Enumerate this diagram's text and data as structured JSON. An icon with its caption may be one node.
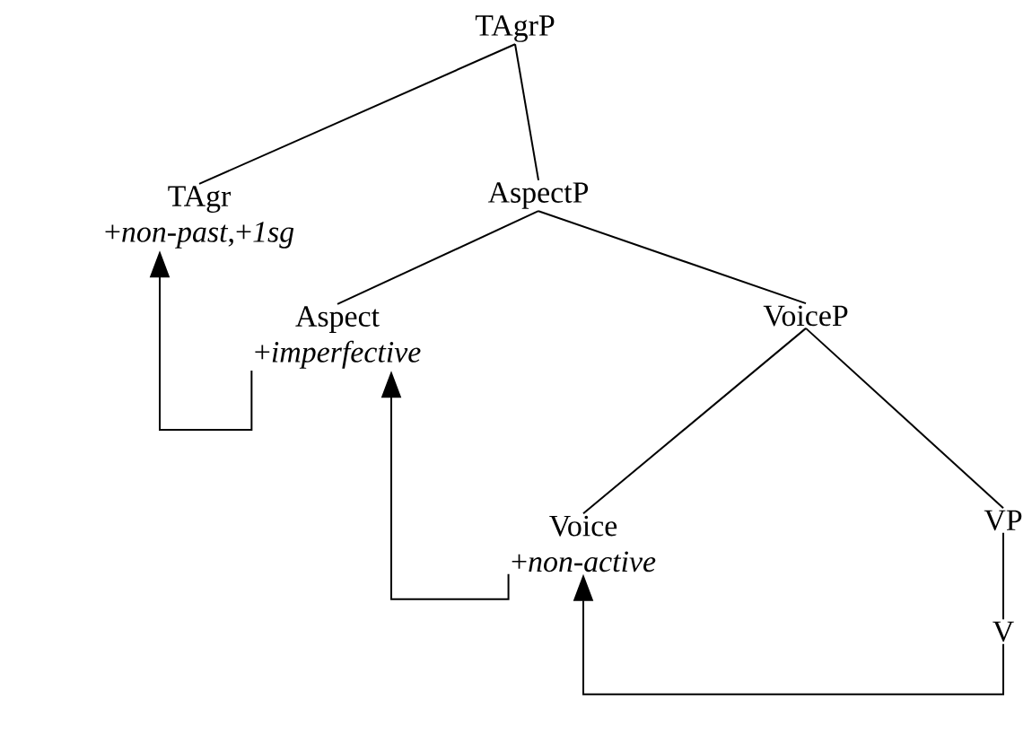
{
  "diagram": {
    "nodes": [
      {
        "text": [
          "TAgrP"
        ]
      },
      {
        "text": [
          "TAgr",
          "+*non-past*,+*1sg*"
        ]
      },
      {
        "text": [
          "AspectP"
        ]
      },
      {
        "text": [
          "Aspect",
          "+*imperfective*"
        ]
      },
      {
        "text": [
          "VoiceP"
        ]
      },
      {
        "text": [
          "Voice",
          "+*non-active*"
        ]
      },
      {
        "text": [
          "VP"
        ]
      },
      {
        "text": [
          "V"
        ]
      }
    ],
    "edges": [
      {
        "from": 0,
        "to": 1,
        "arrow": "none"
      },
      {
        "from": 0,
        "to": 2,
        "arrow": "none"
      },
      {
        "from": 2,
        "to": 3,
        "arrow": "none"
      },
      {
        "from": 2,
        "to": 4,
        "arrow": "none"
      },
      {
        "from": 4,
        "to": 5,
        "arrow": "none"
      },
      {
        "from": 4,
        "to": 6,
        "arrow": "none"
      },
      {
        "from": 6,
        "to": 7,
        "arrow": "none"
      },
      {
        "from": 7,
        "to": 5,
        "arrow": "to"
      },
      {
        "from": 5,
        "to": 3,
        "arrow": "to"
      },
      {
        "from": 3,
        "to": 1,
        "arrow": "to"
      }
    ]
  }
}
